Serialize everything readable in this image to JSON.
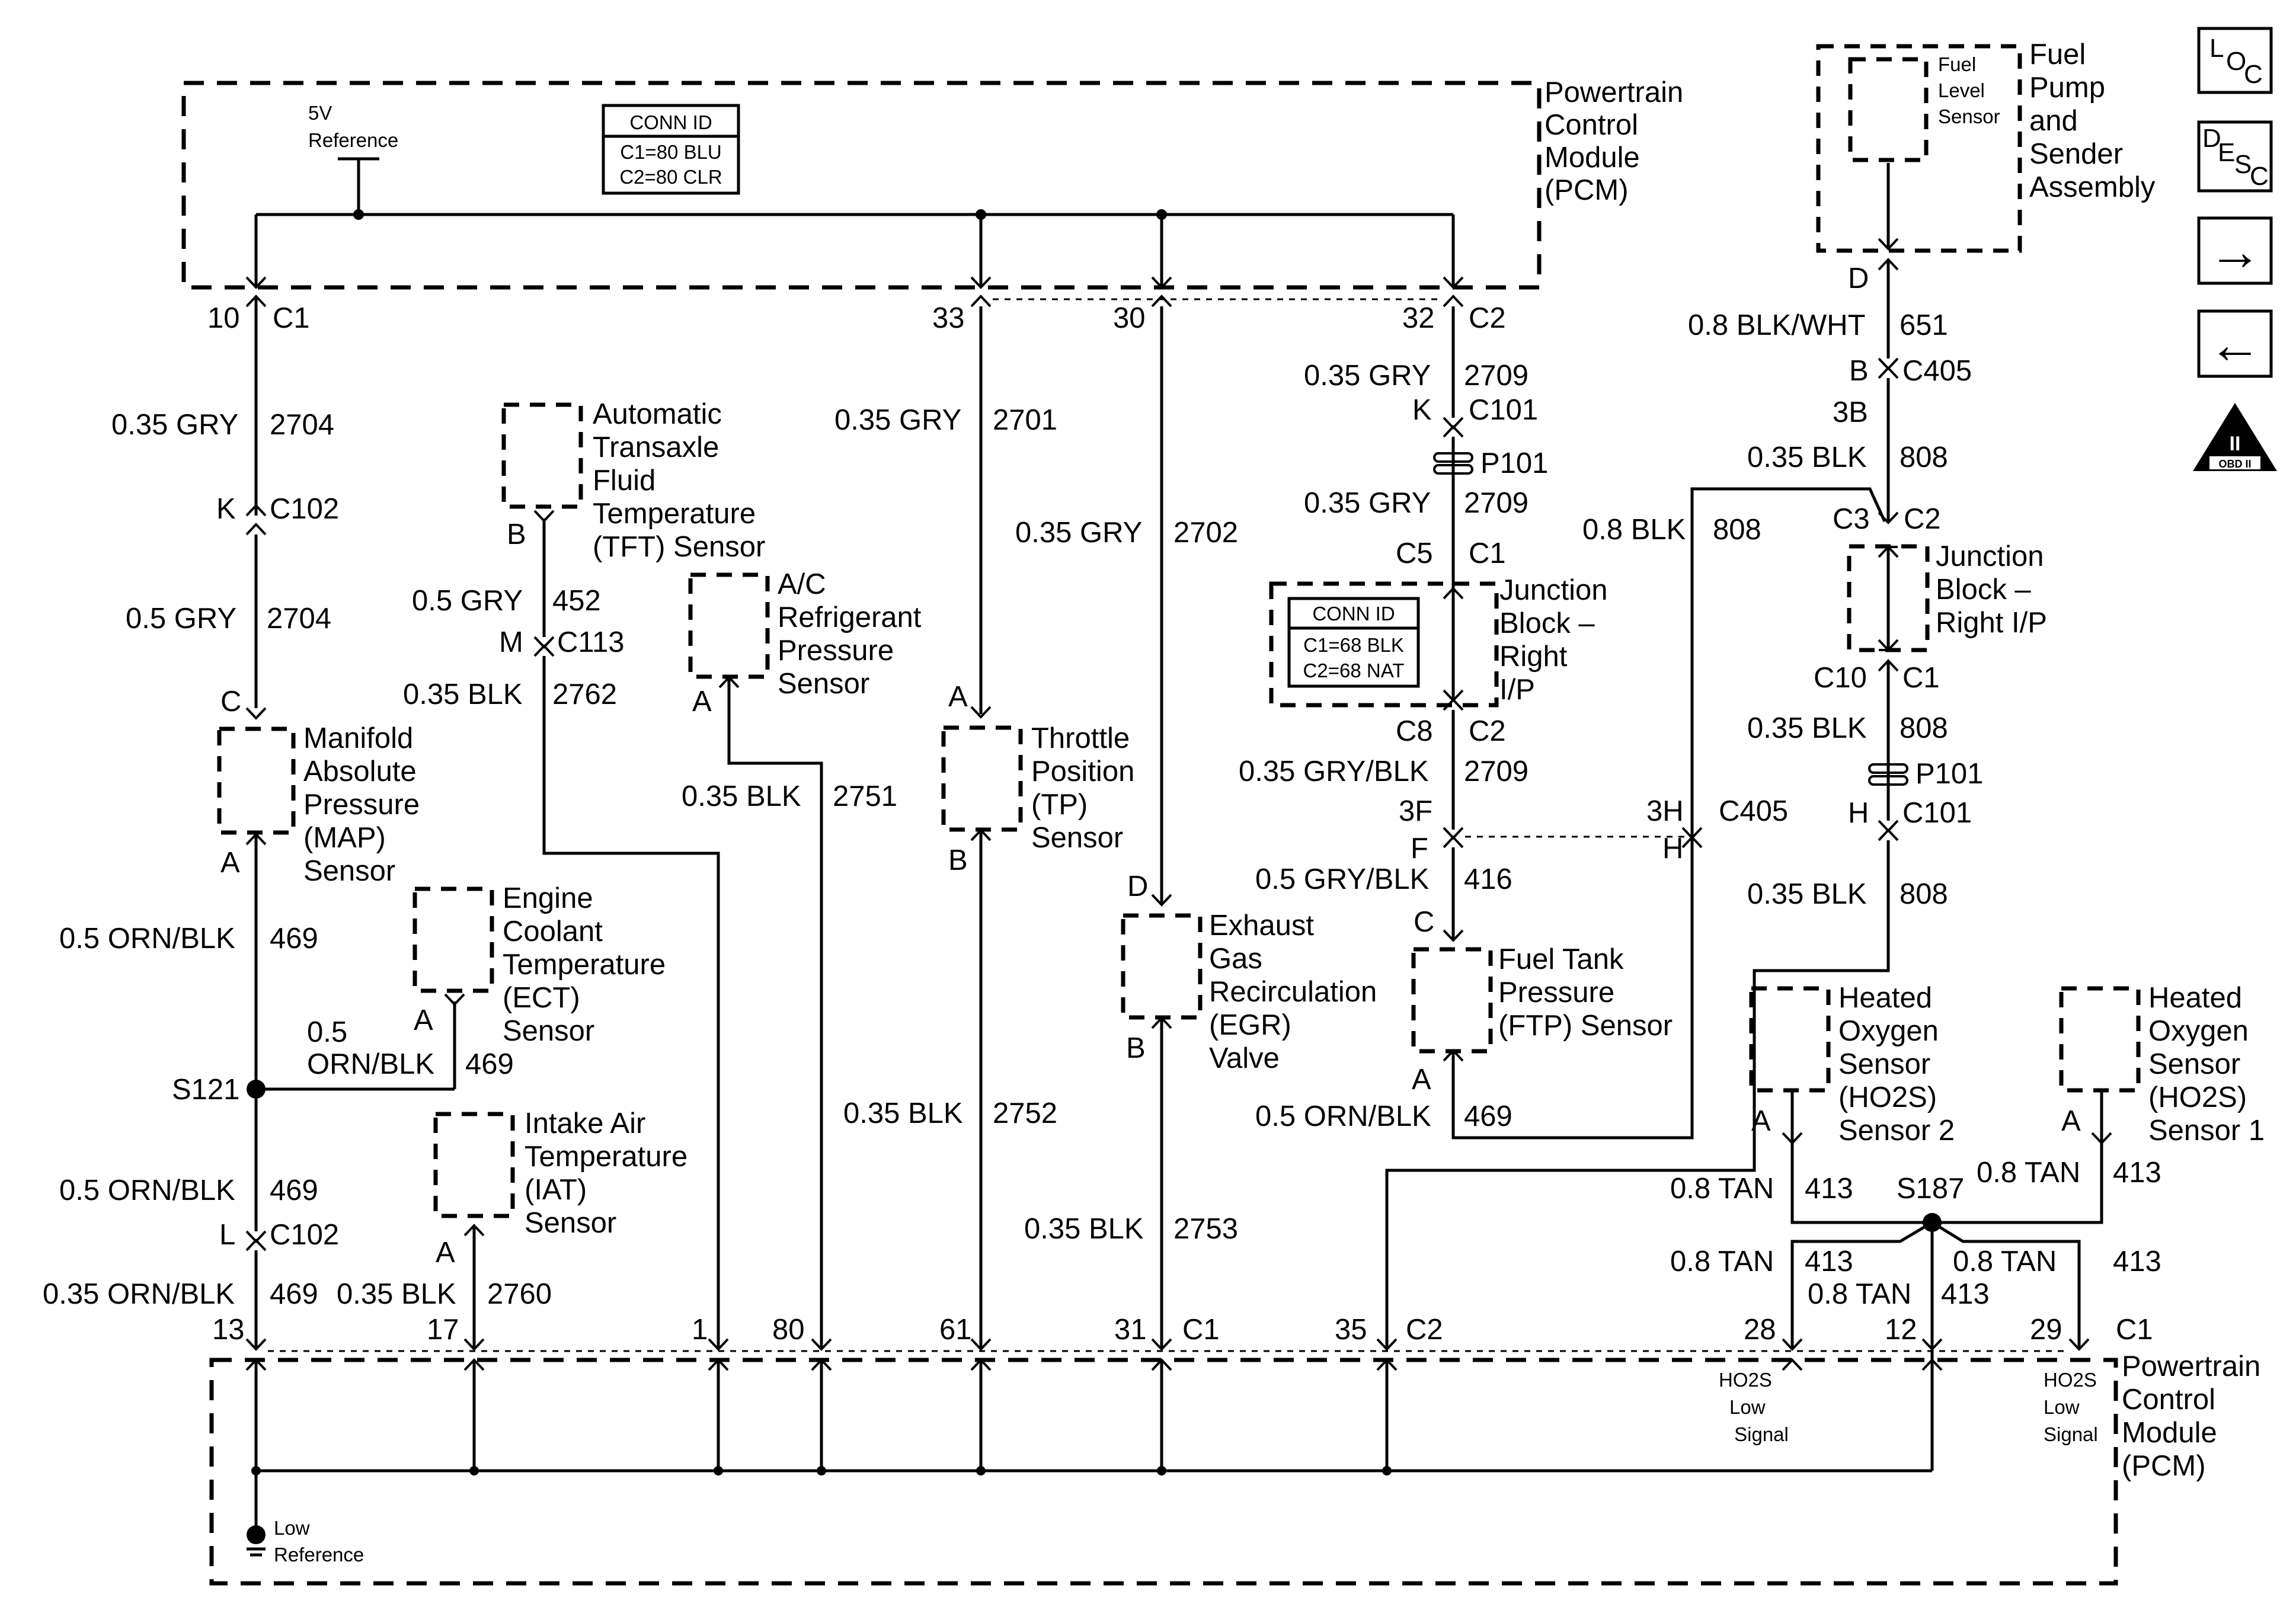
{
  "modules": {
    "pcm_top": [
      "Powertrain",
      "Control",
      "Module",
      "(PCM)"
    ],
    "pcm_bottom": [
      "Powertrain",
      "Control",
      "Module",
      "(PCM)"
    ],
    "ref_5v": [
      "5V",
      "Reference"
    ],
    "low_ref": [
      "Low",
      "Reference"
    ],
    "conn_pcm": {
      "title": "CONN ID",
      "l1": "C1=80 BLU",
      "l2": "C2=80 CLR"
    },
    "conn_jb": {
      "title": "CONN ID",
      "l1": "C1=68 BLK",
      "l2": "C2=68 NAT"
    },
    "ho2s_low_28": [
      "HO2S",
      "Low",
      "Signal"
    ],
    "ho2s_low_29": [
      "HO2S",
      "Low",
      "Signal"
    ]
  },
  "components": {
    "fuel_pump": [
      "Fuel",
      "Pump",
      "and",
      "Sender",
      "Assembly"
    ],
    "fuel_level": [
      "Fuel",
      "Level",
      "Sensor"
    ],
    "tft": [
      "Automatic",
      "Transaxle",
      "Fluid",
      "Temperature",
      "(TFT)  Sensor"
    ],
    "ac": [
      "A/C",
      "Refrigerant",
      "Pressure",
      "Sensor"
    ],
    "map": [
      "Manifold",
      "Absolute",
      "Pressure",
      "(MAP)",
      "Sensor"
    ],
    "ect": [
      "Engine",
      "Coolant",
      "Temperature",
      "(ECT)",
      "Sensor"
    ],
    "iat": [
      "Intake Air",
      "Temperature",
      "(IAT)",
      "Sensor"
    ],
    "tp": [
      "Throttle",
      "Position",
      "(TP)",
      "Sensor"
    ],
    "egr": [
      "Exhaust",
      "Gas",
      "Recirculation",
      "(EGR)",
      "Valve"
    ],
    "ftp": [
      "Fuel Tank",
      "Pressure",
      "(FTP)  Sensor"
    ],
    "jb_mid": [
      "Junction",
      "Block –",
      "Right",
      "I/P"
    ],
    "jb_right": [
      "Junction",
      "Block –",
      "Right  I/P"
    ],
    "ho2s2": [
      "Heated",
      "Oxygen",
      "Sensor",
      "(HO2S)",
      "Sensor 2"
    ],
    "ho2s1": [
      "Heated",
      "Oxygen",
      "Sensor",
      "(HO2S)",
      "Sensor 1"
    ]
  },
  "labels": {
    "p10": "10",
    "c1_top": "C1",
    "p33": "33",
    "p30": "30",
    "p32": "32",
    "c2_top": "C2",
    "w_gry_2704a": "0.35 GRY",
    "c_2704a": "2704",
    "k_c102": "K",
    "c102_top": "C102",
    "w_gry_2704b": "0.5 GRY",
    "c_2704b": "2704",
    "map_c": "C",
    "map_a": "A",
    "w_orn_469a": "0.5 ORN/BLK",
    "c_469a": "469",
    "s121": "S121",
    "w_orn_469b_1": "0.5",
    "w_orn_469b_2": "ORN/BLK",
    "c_469b": "469",
    "w_orn_469c": "0.5 ORN/BLK",
    "c_469c": "469",
    "l_c102": "L",
    "c102_bot": "C102",
    "w_orn_469d": "0.35 ORN/BLK",
    "c_469d": "469",
    "p13": "13",
    "ect_a": "A",
    "tft_b": "B",
    "w_gry_452": "0.5 GRY",
    "c_452": "452",
    "m_c113": "M",
    "c113": "C113",
    "w_blk_2762": "0.35 BLK",
    "c_2762": "2762",
    "iat_a": "A",
    "w_blk_2760": "0.35 BLK",
    "c_2760": "2760",
    "p17": "17",
    "p1": "1",
    "ac_a": "A",
    "w_blk_2751": "0.35 BLK",
    "c_2751": "2751",
    "p80": "80",
    "w_gry_2701": "0.35 GRY",
    "c_2701": "2701",
    "tp_a": "A",
    "tp_b": "B",
    "w_blk_2752": "0.35 BLK",
    "c_2752": "2752",
    "p61": "61",
    "w_gry_2702": "0.35 GRY",
    "c_2702": "2702",
    "egr_d": "D",
    "egr_b": "B",
    "w_blk_2753": "0.35 BLK",
    "c_2753": "2753",
    "p31": "31",
    "c1_bot": "C1",
    "w_gry_2709a": "0.35 GRY",
    "c_2709a": "2709",
    "k_c101": "K",
    "c101_mid": "C101",
    "p101_mid": "P101",
    "w_gry_2709b": "0.35 GRY",
    "c_2709b": "2709",
    "c5": "C5",
    "c1_jb": "C1",
    "c8": "C8",
    "c2_jb": "C2",
    "w_gryblk_2709": "0.35 GRY/BLK",
    "c_2709c": "2709",
    "p3f": "3F",
    "p3h": "3H",
    "c405_mid": "C405",
    "f_pin": "F",
    "h_pin": "H",
    "w_gryblk_416": "0.5 GRY/BLK",
    "c_416": "416",
    "ftp_c": "C",
    "ftp_a": "A",
    "w_orn_469e": "0.5 ORN/BLK",
    "c_469e": "469",
    "p35": "35",
    "c2_bot": "C2",
    "fp_d": "D",
    "w_blkwht_651": "0.8 BLK/WHT",
    "c_651": "651",
    "b_c405": "B",
    "c405_top": "C405",
    "p3b": "3B",
    "w_blk_808a": "0.35 BLK",
    "c_808a": "808",
    "w_blk_808b": "0.8 BLK",
    "c_808b": "808",
    "c3": "C3",
    "c2_jbr": "C2",
    "c10": "C10",
    "c1_jbr": "C1",
    "w_blk_808c": "0.35 BLK",
    "c_808c": "808",
    "p101_right": "P101",
    "h_c101": "H",
    "c101_right": "C101",
    "w_blk_808d": "0.35 BLK",
    "c_808d": "808",
    "ho2s2_a": "A",
    "ho2s1_a": "A",
    "w_tan_413a": "0.8 TAN",
    "c_413a": "413",
    "s187": "S187",
    "w_tan_413b": "0.8 TAN",
    "c_413b": "413",
    "w_tan_413c": "0.8 TAN",
    "c_413c": "413",
    "w_tan_413d": "0.8 TAN",
    "c_413d": "413",
    "w_tan_413e": "0.8 TAN",
    "c_413e": "413",
    "p28": "28",
    "p12": "12",
    "p29": "29",
    "c1_right": "C1"
  },
  "nav": {
    "loc": [
      "L",
      "O",
      "C"
    ],
    "desc": [
      "D",
      "E",
      "S",
      "C"
    ],
    "forward": "→",
    "back": "←",
    "obd": [
      "II",
      "OBD II"
    ]
  }
}
